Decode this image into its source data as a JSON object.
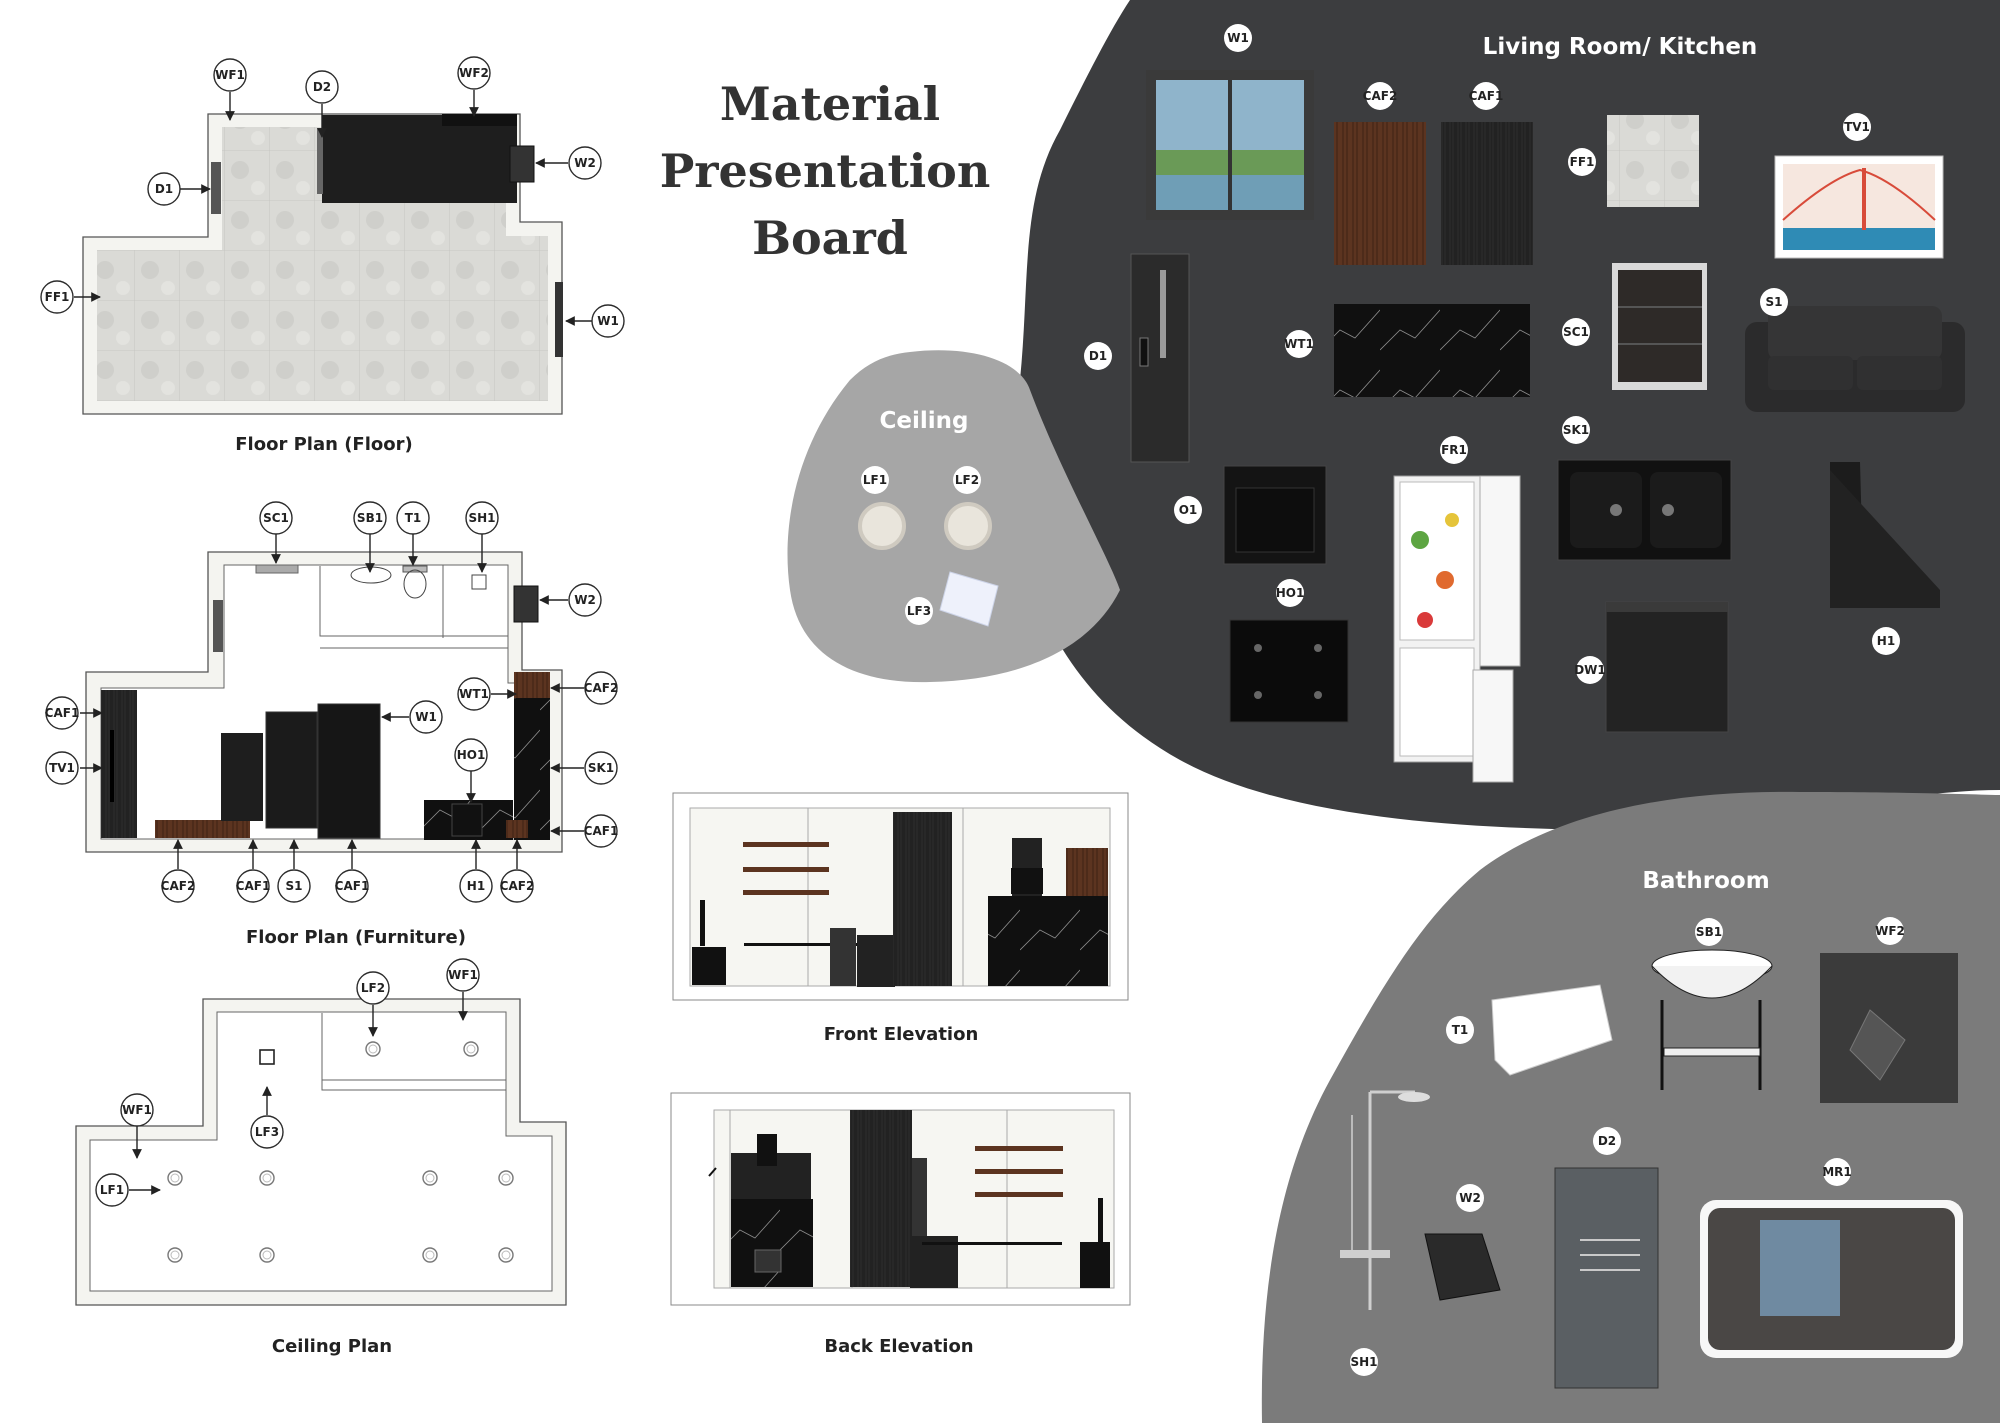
{
  "title": [
    "Material",
    "Presentation",
    "Board"
  ],
  "colors": {
    "dark_zone": "#3c3d3f",
    "grey_zone": "#7b7b7b",
    "ceiling_zone": "#a6a6a6",
    "tile": "#d9d9d6"
  },
  "captions": {
    "floor_plan": "Floor Plan (Floor)",
    "furniture_plan": "Floor Plan (Furniture)",
    "ceiling_plan": "Ceiling Plan",
    "front_elevation": "Front Elevation",
    "back_elevation": "Back Elevation"
  },
  "zones": {
    "living": "Living Room/ Kitchen",
    "ceiling": "Ceiling",
    "bathroom": "Bathroom"
  },
  "floor_plan_tags": [
    "WF1",
    "D2",
    "WF2",
    "D1",
    "W2",
    "FF1",
    "W1"
  ],
  "furniture_plan_tags": [
    "SC1",
    "SB1",
    "T1",
    "SH1",
    "W2",
    "CAF1",
    "TV1",
    "W1",
    "WT1",
    "CAF2",
    "HO1",
    "SK1",
    "CAF1",
    "CAF2",
    "CAF1",
    "S1",
    "CAF1",
    "H1",
    "CAF2"
  ],
  "ceiling_plan_tags": [
    "LF2",
    "WF1",
    "WF1",
    "LF3",
    "LF1"
  ],
  "living_tags": [
    "W1",
    "CAF2",
    "CAF1",
    "FF1",
    "TV1",
    "D1",
    "WT1",
    "SC1",
    "S1",
    "SK1",
    "FR1",
    "O1",
    "HO1",
    "DW1",
    "H1"
  ],
  "ceiling_tags": [
    "LF1",
    "LF2",
    "LF3"
  ],
  "bathroom_tags": [
    "SB1",
    "WF2",
    "T1",
    "D2",
    "MR1",
    "W2",
    "SH1"
  ]
}
